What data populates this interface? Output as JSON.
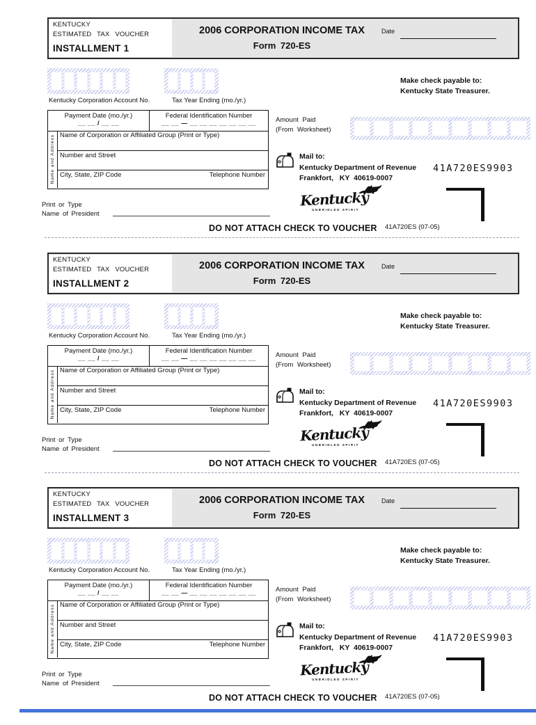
{
  "shared": {
    "brand": "KENTUCKY",
    "voucher_type": "ESTIMATED TAX VOUCHER",
    "title": "2006 CORPORATION INCOME TAX",
    "form_name": "Form 720-ES",
    "date_label": "Date",
    "account_label": "Kentucky Corporation Account No.",
    "tax_year_label": "Tax Year Ending (mo./yr.)",
    "payment_date_label": "Payment Date (mo./yr.)",
    "payment_date_blanks": "__ __ / __ __",
    "fed_id_label": "Federal Identification Number",
    "fed_id_blanks": "__ __ — __ __ __ __ __ __ __",
    "name_address_vertical": "Name and Address",
    "corp_name_label": "Name of Corporation or Affiliated Group (Print or Type)",
    "street_label": "Number and Street",
    "city_label": "City, State, ZIP Code",
    "phone_label": "Telephone Number",
    "amount_paid_label": "Amount Paid",
    "amount_paid_sub": "(From Worksheet)",
    "make_check_line1": "Make check payable to:",
    "make_check_line2": "Kentucky State Treasurer.",
    "mail_to_label": "Mail to:",
    "mail_dept": "Kentucky Department of Revenue",
    "mail_city": "Frankfort,   KY  40619-0007",
    "ocr_code": "41A720ES9903",
    "logo_name": "Kentucky",
    "logo_tagline": "UNBRIDLED SPIRIT",
    "print_or_type": "Print or Type",
    "president_label": "Name of President",
    "do_not_attach": "DO NOT ATTACH CHECK TO VOUCHER",
    "form_code": "41A720ES (07-05)",
    "combs": {
      "account_cells": 6,
      "tax_year_cells": 4,
      "amount_cells": 9
    },
    "colors": {
      "header_bg": "#e5e5e5",
      "comb_border": "#b9bfe9",
      "bottom_bar": "#4472d8"
    }
  },
  "vouchers": [
    {
      "installment": "INSTALLMENT 1"
    },
    {
      "installment": "INSTALLMENT 2"
    },
    {
      "installment": "INSTALLMENT 3"
    }
  ]
}
